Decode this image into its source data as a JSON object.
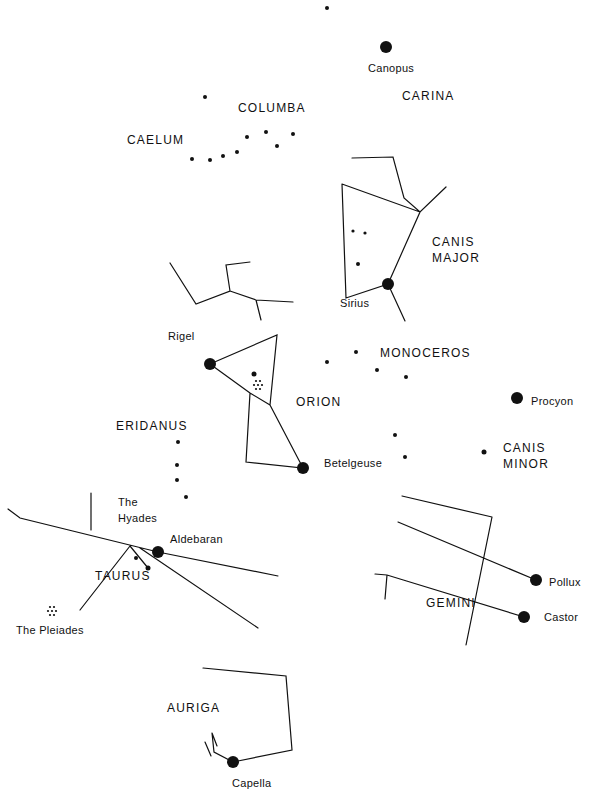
{
  "diagram": {
    "labels": [
      "Canopus",
      "CARINA",
      "COLUMBA",
      "CAELUM",
      "CANIS MAJOR",
      "Sirius",
      "Rigel",
      "MONOCEROS",
      "ORION",
      "Procyon",
      "ERIDANUS",
      "CANIS MINOR",
      "Betelgeuse",
      "The Hyades",
      "Aldebaran",
      "Pollux",
      "TAURUS",
      "The Pleiades",
      "GEMINI",
      "Castor",
      "AURIGA",
      "Capella"
    ]
  }
}
